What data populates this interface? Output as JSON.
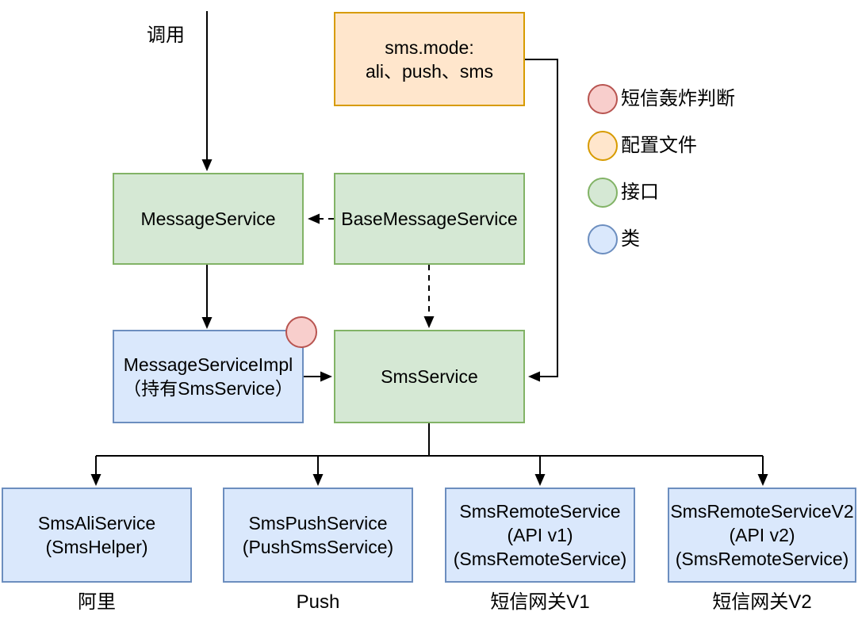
{
  "palette": {
    "interface_fill": "#d5e8d4",
    "interface_border": "#82b366",
    "class_fill": "#dae8fc",
    "class_border": "#6c8ebf",
    "config_fill": "#ffe6cc",
    "config_border": "#d79b00",
    "alert_fill": "#f8cecc",
    "alert_border": "#b85450",
    "edge_color": "#000000"
  },
  "labels": {
    "invoke": "调用"
  },
  "nodes": {
    "config": {
      "line1": "sms.mode:",
      "line2": "ali、push、sms"
    },
    "message_service": {
      "label": "MessageService"
    },
    "base_message_service": {
      "label": "BaseMessageService"
    },
    "message_service_impl": {
      "line1": "MessageServiceImpl",
      "line2": "（持有SmsService）"
    },
    "sms_service": {
      "label": "SmsService"
    },
    "sms_ali_service": {
      "line1": "SmsAliService",
      "line2": "(SmsHelper)",
      "caption": "阿里"
    },
    "sms_push_service": {
      "line1": "SmsPushService",
      "line2": "(PushSmsService)",
      "caption": "Push"
    },
    "sms_remote_service_v1": {
      "line1": "SmsRemoteService",
      "line2": "(API v1)",
      "line3": "(SmsRemoteService)",
      "caption": "短信网关V1"
    },
    "sms_remote_service_v2": {
      "line1": "SmsRemoteServiceV2",
      "line2": "(API v2)",
      "line3": "(SmsRemoteService)",
      "caption": "短信网关V2"
    }
  },
  "legend": {
    "items": [
      {
        "label": "短信轰炸判断",
        "fill": "#f8cecc",
        "border": "#b85450"
      },
      {
        "label": "配置文件",
        "fill": "#ffe6cc",
        "border": "#d79b00"
      },
      {
        "label": "接口",
        "fill": "#d5e8d4",
        "border": "#82b366"
      },
      {
        "label": "类",
        "fill": "#dae8fc",
        "border": "#6c8ebf"
      }
    ]
  },
  "edges": [
    {
      "from": "caller",
      "to": "MessageService",
      "style": "solid",
      "label": "调用"
    },
    {
      "from": "BaseMessageService",
      "to": "MessageService",
      "style": "dashed"
    },
    {
      "from": "BaseMessageService",
      "to": "SmsService",
      "style": "dashed"
    },
    {
      "from": "MessageService",
      "to": "MessageServiceImpl",
      "style": "solid"
    },
    {
      "from": "MessageServiceImpl",
      "to": "SmsService",
      "style": "solid"
    },
    {
      "from": "sms.mode config",
      "to": "SmsService",
      "style": "solid"
    },
    {
      "from": "SmsService",
      "to": "SmsAliService",
      "style": "solid"
    },
    {
      "from": "SmsService",
      "to": "SmsPushService",
      "style": "solid"
    },
    {
      "from": "SmsService",
      "to": "SmsRemoteService",
      "style": "solid"
    },
    {
      "from": "SmsService",
      "to": "SmsRemoteServiceV2",
      "style": "solid"
    }
  ]
}
